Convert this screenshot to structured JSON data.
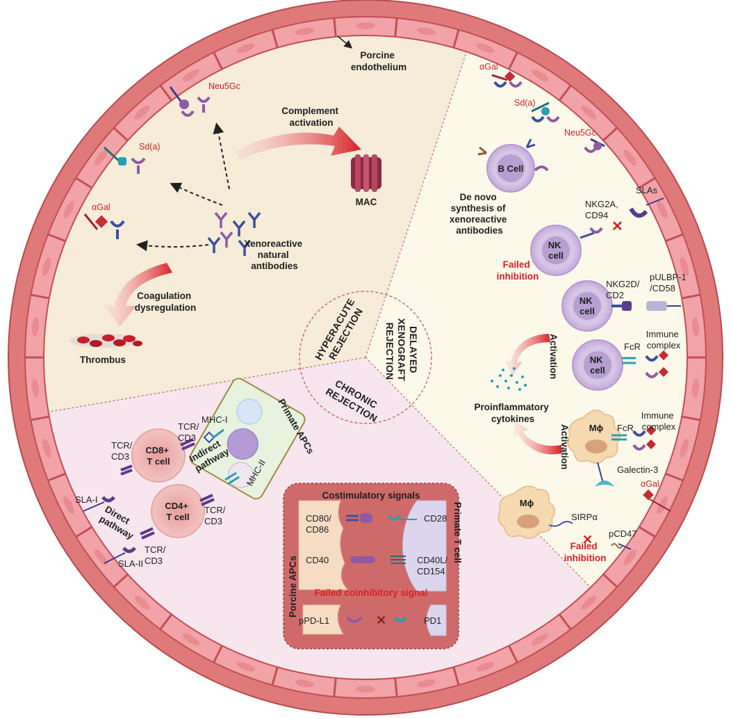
{
  "colors": {
    "vessel_wall": "#e07a7a",
    "vessel_dark": "#c04f55",
    "endothelial_cell": "#f2a3a8",
    "hyperacute_bg": "#f6ecd8",
    "delayed_bg": "#fdf9ea",
    "chronic_bg": "#f7e6ee",
    "costim_box": "#cf6a6a",
    "red_text": "#d62128"
  },
  "sections": {
    "hyperacute": "HYPERACUTE\nREJECTION",
    "delayed": "DELAYED\nXENOGRAFT\nREJECTION",
    "chronic": "CHRONIC\nREJECTION"
  },
  "hyperacute": {
    "porcine_endothelium": "Porcine\nendothelium",
    "neu5gc": "Neu5Gc",
    "sda": "Sd(a)",
    "agal": "αGal",
    "complement": "Complement\nactivation",
    "mac": "MAC",
    "xenoreactive": "Xenoreactive\nnatural\nantibodies",
    "coagulation": "Coagulation\ndysregulation",
    "thrombus": "Thrombus"
  },
  "delayed": {
    "agal": "αGal",
    "sda": "Sd(a)",
    "neu5gc": "Neu5Gc",
    "bcell": "B Cell",
    "de_novo": "De novo\nsynthesis of\nxenoreactive\nantibodies",
    "nkg2a": "NKG2A,\nCD94",
    "slas": "SLAs",
    "nk_cell": "NK\ncell",
    "failed_inhibition": "Failed\ninhibition",
    "nkg2d": "NKG2D/\nCD2",
    "pulbp": "pULBP-1\n/CD58",
    "activation": "Activation",
    "fcr": "FcR",
    "immune_complex": "Immune\ncomplex",
    "proinflammatory": "Proinflammatory\ncytokines",
    "mphi": "Mϕ",
    "galectin": "Galectin-3",
    "sirpa": "SIRPα",
    "pcd47": "pCD47"
  },
  "chronic": {
    "primate_apcs": "Primate APCs",
    "mhc1": "MHC-I",
    "mhc2": "MHC-II",
    "tcr_cd3": "TCR/\nCD3",
    "cd8": "CD8+\nT cell",
    "cd4": "CD4+\nT cell",
    "indirect": "Indirect\npathway",
    "direct": "Direct\npathway",
    "sla1": "SLA-I",
    "sla2": "SLA-II"
  },
  "costim": {
    "title": "Costimulatory signals",
    "cd80": "CD80/\nCD86",
    "cd28": "CD28",
    "cd40": "CD40",
    "cd40l": "CD40L/\nCD154",
    "porcine_apcs": "Porcine APCs",
    "primate_t": "Primate T cell",
    "failed_coinhib": "Failed coinhibitory signal",
    "ppdl1": "pPD-L1",
    "pd1": "PD1"
  }
}
